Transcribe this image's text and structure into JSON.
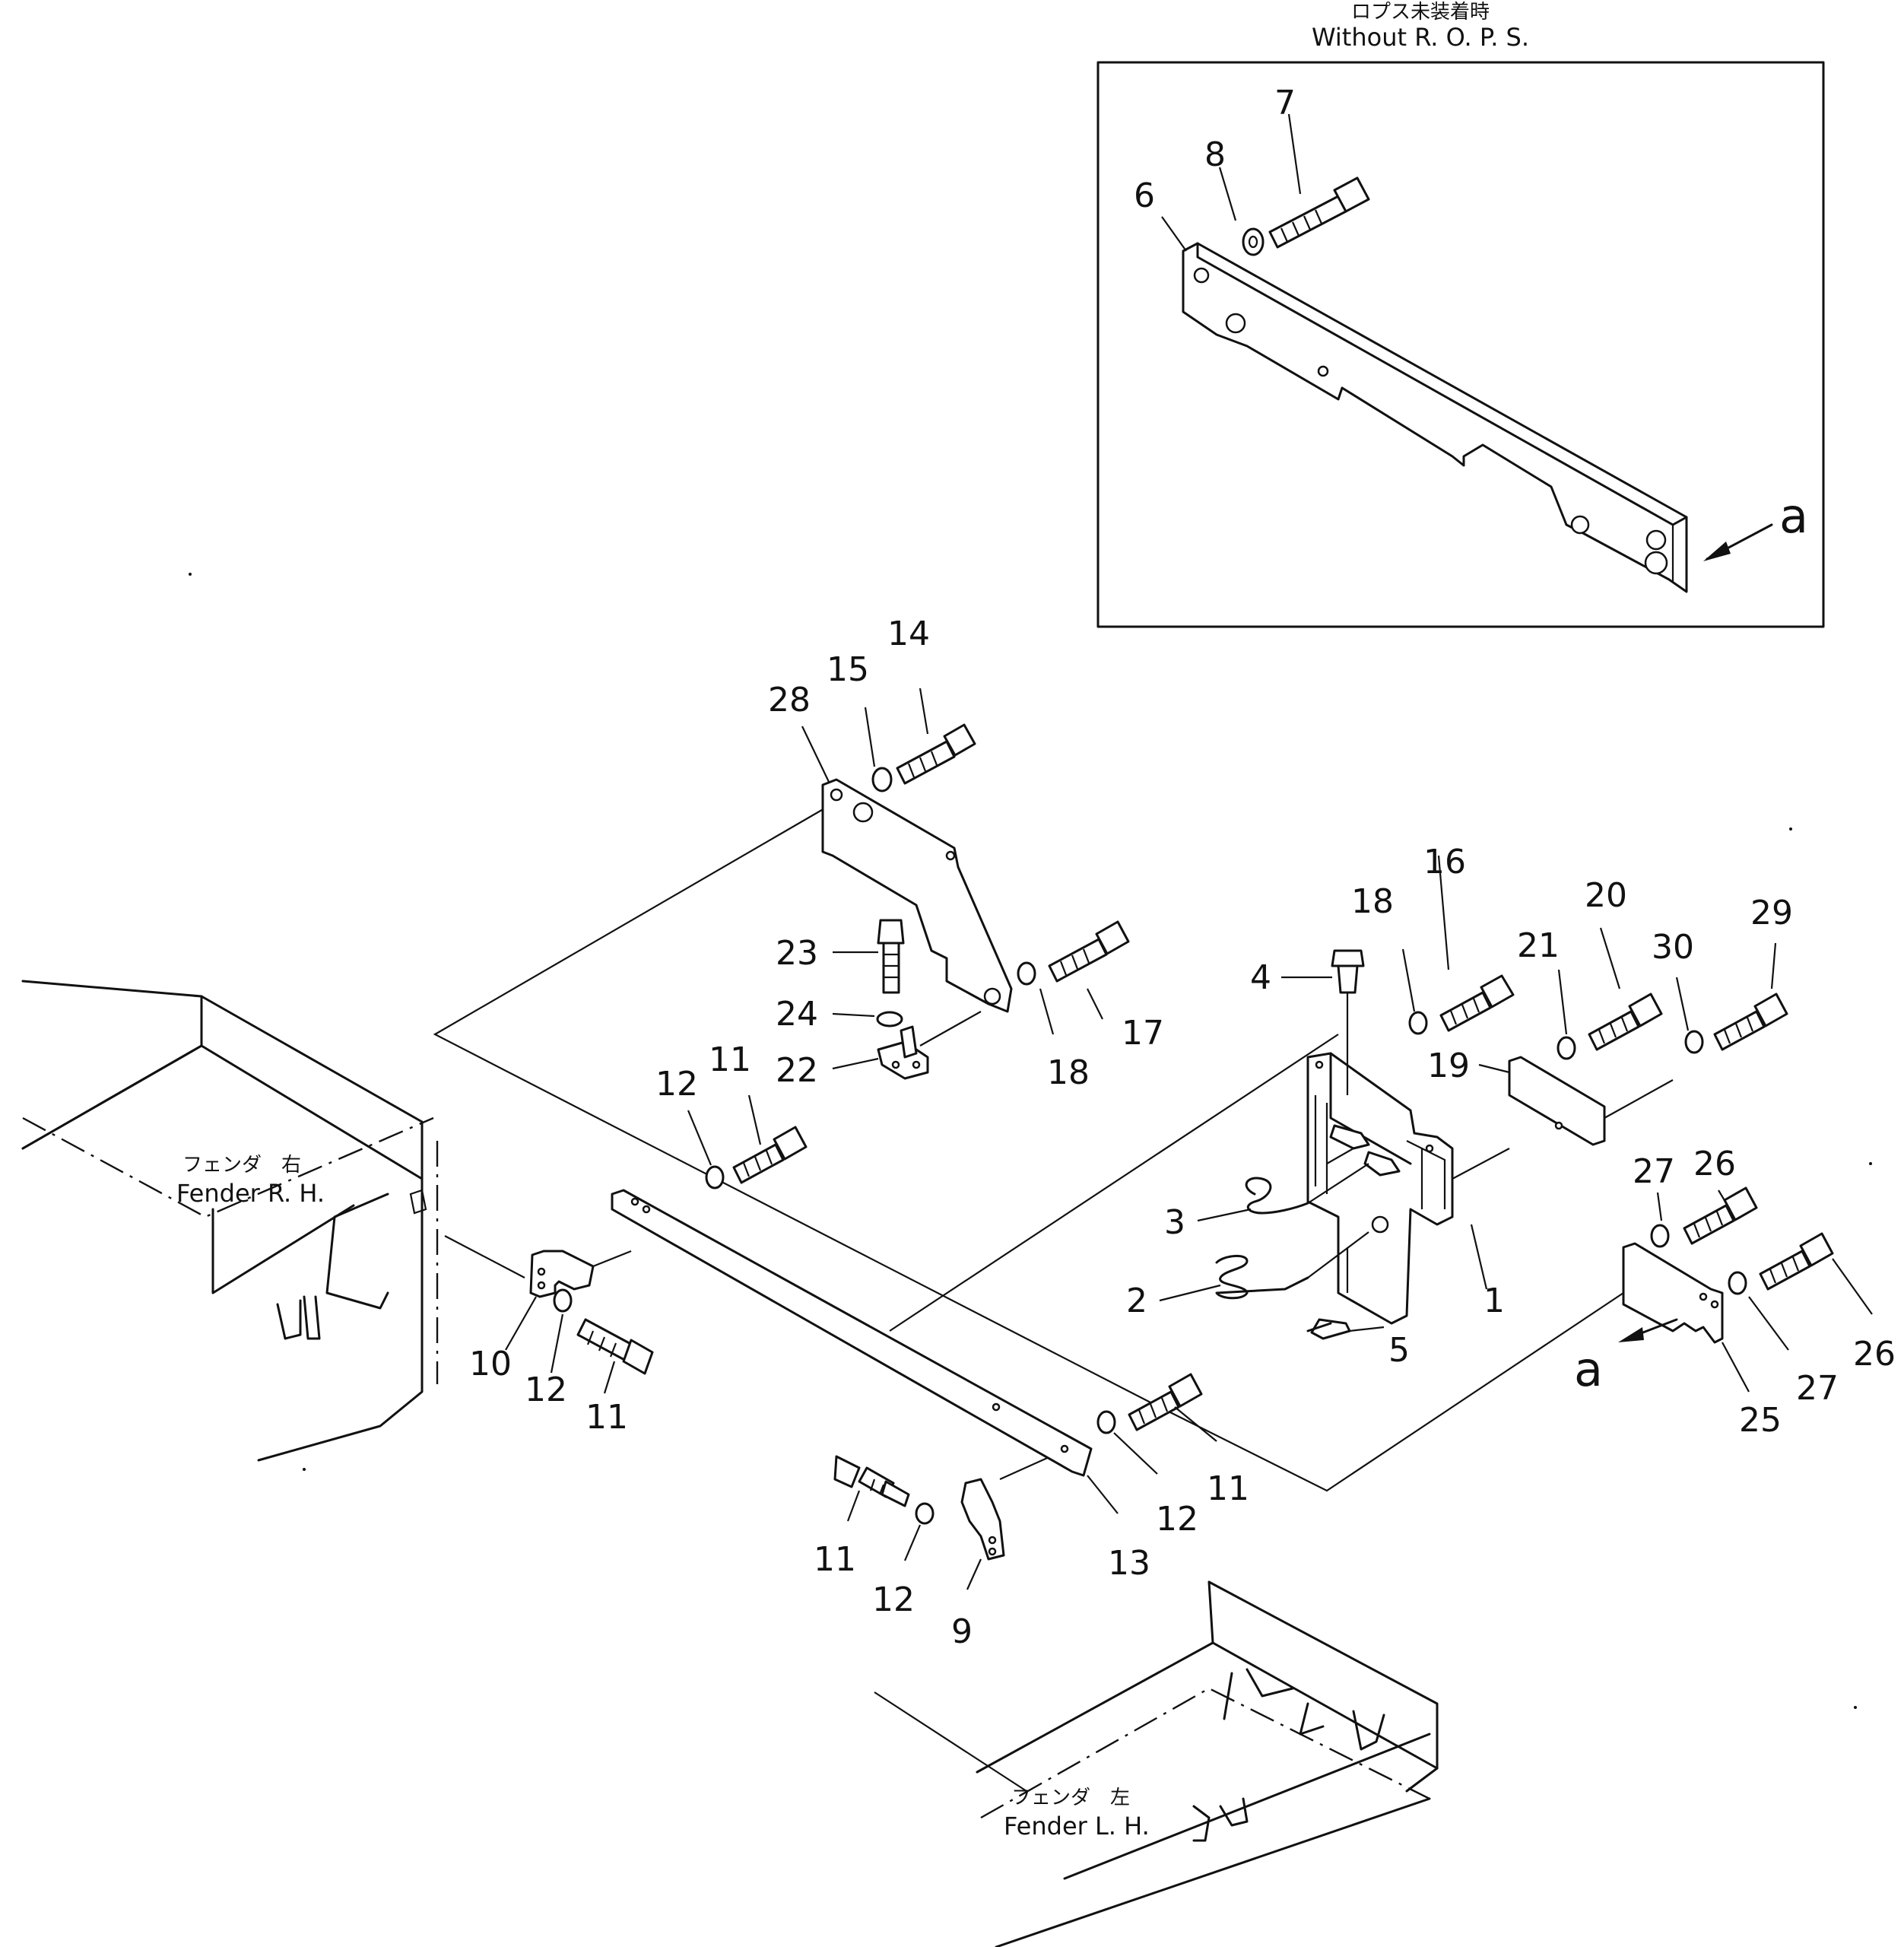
{
  "inset": {
    "caption_jp": "ロプス未装着時",
    "caption_en": "Without  R. O. P. S."
  },
  "fender_rh": {
    "label_jp": "フェンダ　右",
    "label_en": "Fender  R. H."
  },
  "fender_lh": {
    "label_jp": "フェンダ　左",
    "label_en": "Fender  L. H."
  },
  "view_marker": "a",
  "callouts": {
    "c7": "7",
    "c8": "8",
    "c6": "6",
    "c14": "14",
    "c15": "15",
    "c28": "28",
    "c23": "23",
    "c24": "24",
    "c22": "22",
    "c17": "17",
    "c18a": "18",
    "c16": "16",
    "c18b": "18",
    "c4": "4",
    "c20": "20",
    "c21": "21",
    "c30": "30",
    "c29": "29",
    "c19": "19",
    "c3": "3",
    "c2": "2",
    "c1": "1",
    "c5": "5",
    "c26a": "26",
    "c27a": "27",
    "c26b": "26",
    "c27b": "27",
    "c25": "25",
    "c12a": "12",
    "c11a": "11",
    "c10": "10",
    "c12b": "12",
    "c11b": "11",
    "c11c": "11",
    "c12c": "12",
    "c13": "13",
    "c11d": "11",
    "c12d": "12",
    "c9": "9"
  }
}
